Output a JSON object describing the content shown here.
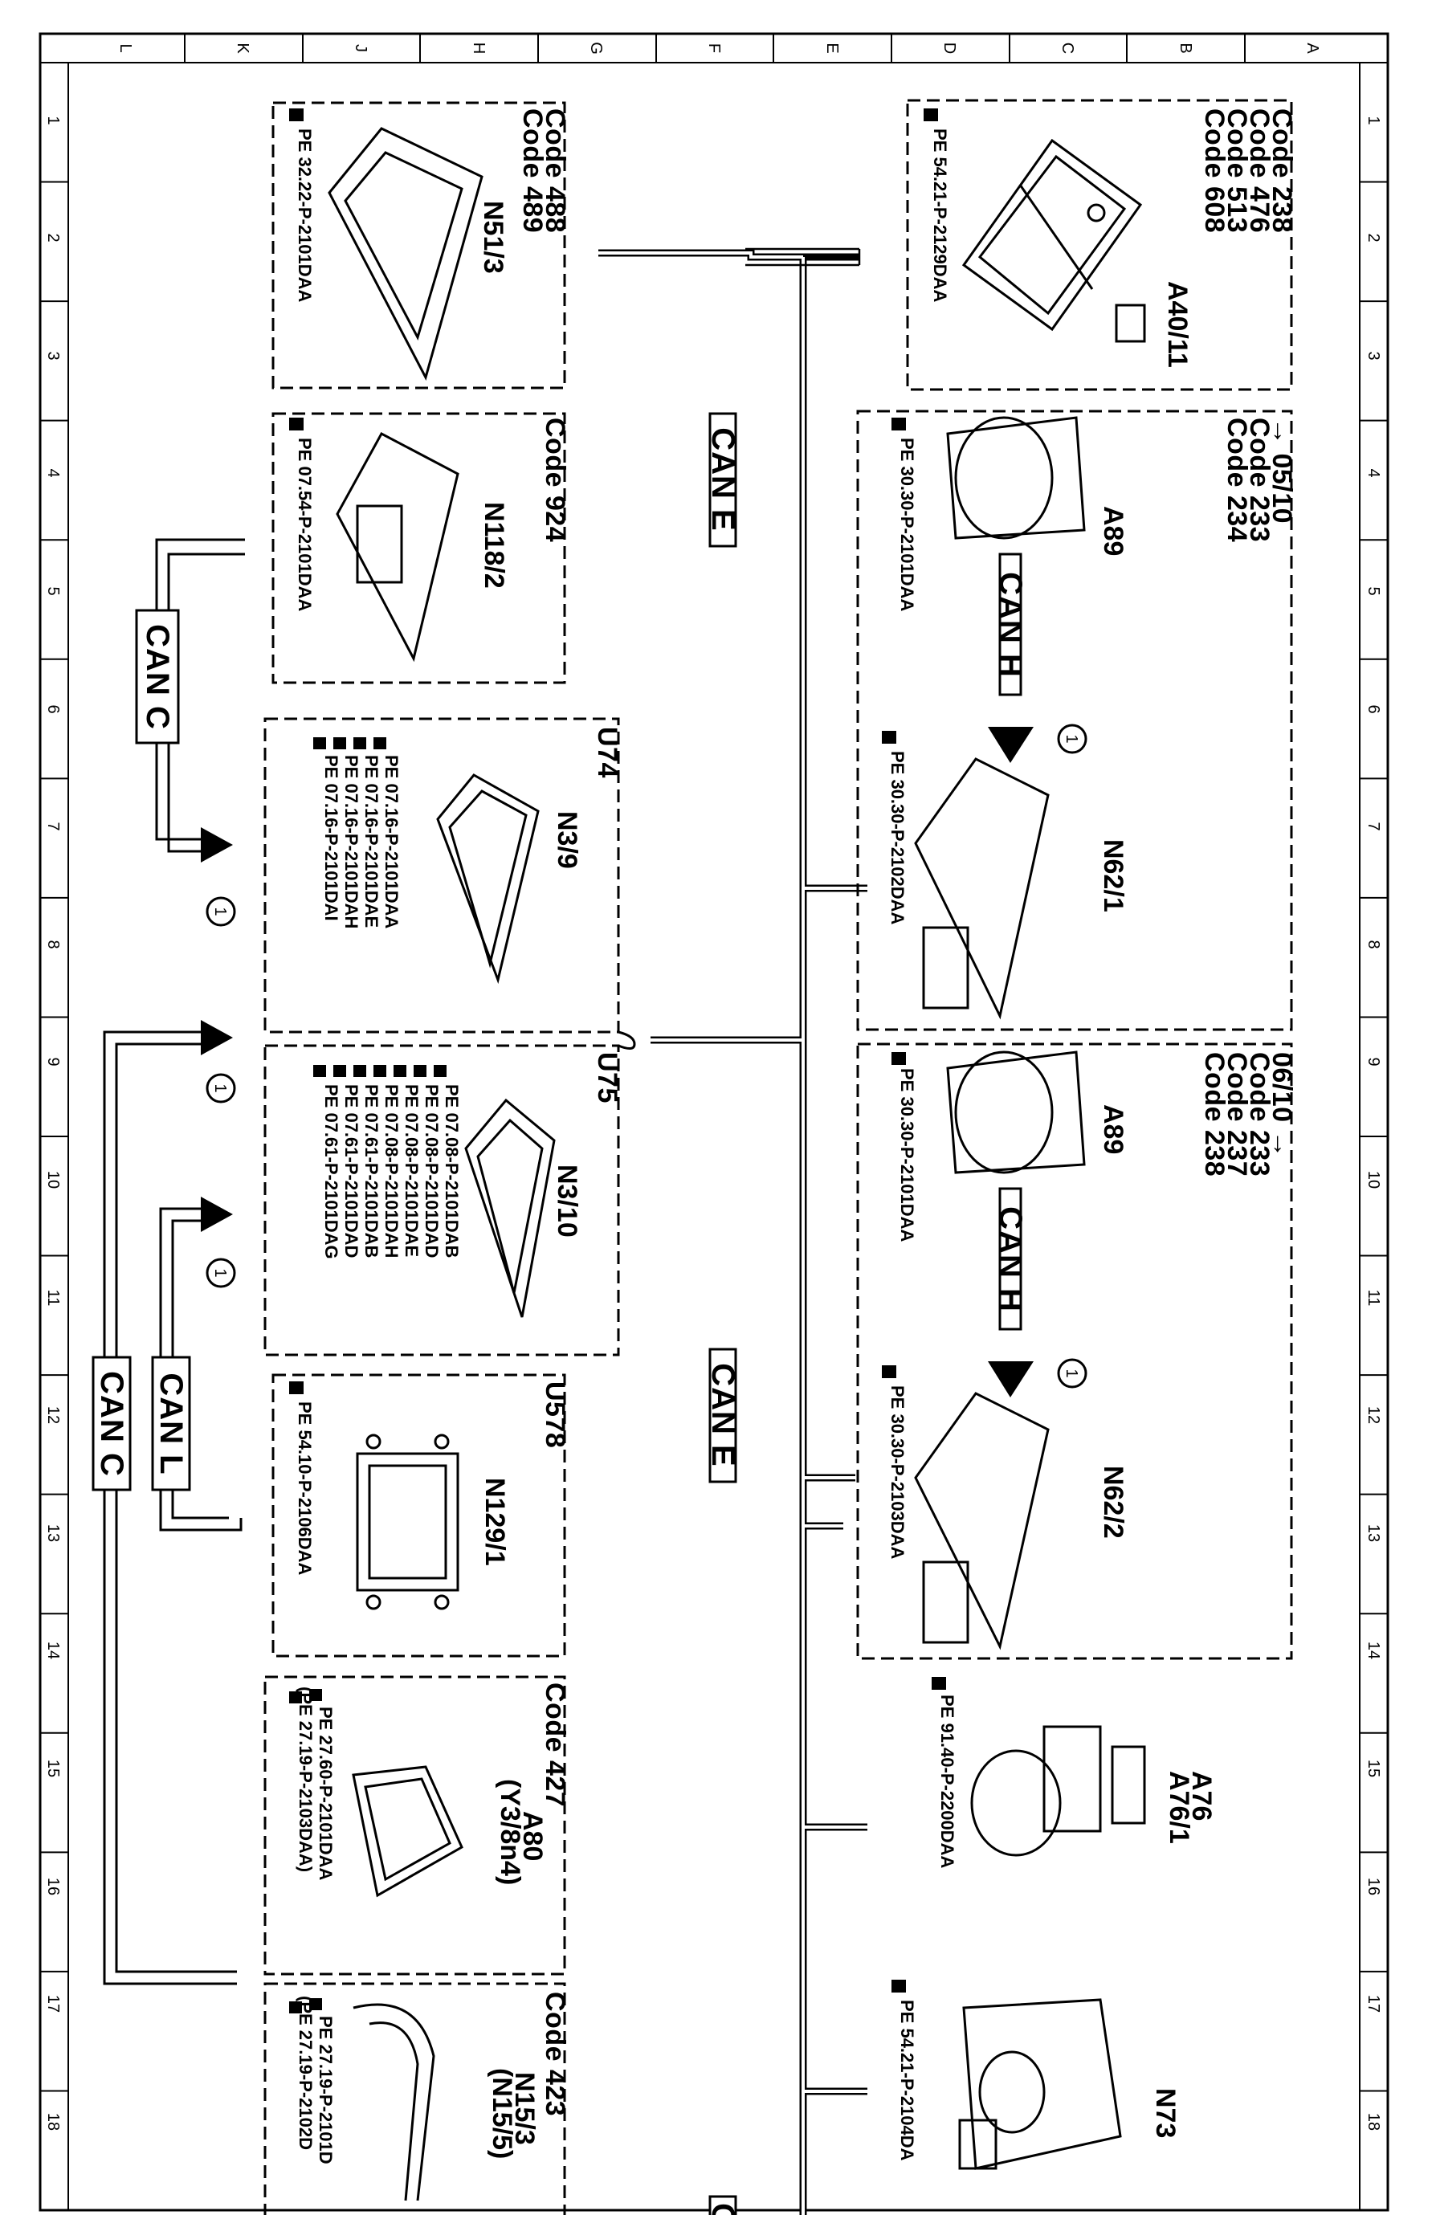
{
  "frame": {
    "columns": [
      "A",
      "B",
      "C",
      "D",
      "E",
      "F",
      "G",
      "H",
      "J",
      "K",
      "L"
    ],
    "rows": [
      "1",
      "2",
      "3",
      "4",
      "5",
      "6",
      "7",
      "8",
      "9",
      "10",
      "11",
      "12",
      "13",
      "14",
      "15",
      "16",
      "17",
      "18"
    ]
  },
  "buses": {
    "can_e": "CAN E",
    "can_h": "CAN H",
    "can_c": "CAN C",
    "can_l": "CAN L",
    "can_bottom_partial": "C"
  },
  "marker": "1",
  "boxes": {
    "a40_11": {
      "codes": [
        "Code 238",
        "Code 476",
        "Code 513",
        "Code 608"
      ],
      "component": "A40/11",
      "pe": [
        "PE 54.21-P-2129DAA"
      ]
    },
    "n51_3": {
      "codes": [
        "Code 488",
        "Code 489"
      ],
      "component": "N51/3",
      "pe": [
        "PE 32.22-P-2101DAA"
      ]
    },
    "n118_2": {
      "codes": [
        "Code 924"
      ],
      "component": "N118/2",
      "pe": [
        "PE 07.54-P-2101DAA"
      ]
    },
    "a89_early": {
      "codes": [
        "→ 05/10",
        "Code 233",
        "Code 234"
      ],
      "component_a": "A89",
      "pe_a": [
        "PE 30.30-P-2101DAA"
      ],
      "component_b": "N62/1",
      "pe_b": [
        "PE 30.30-P-2102DAA"
      ]
    },
    "a89_late": {
      "codes": [
        "06/10 →",
        "Code 233",
        "Code 237",
        "Code 238"
      ],
      "component_a": "A89",
      "pe_a": [
        "PE 30.30-P-2101DAA"
      ],
      "component_b": "N62/2",
      "pe_b": [
        "PE 30.30-P-2103DAA"
      ]
    },
    "n3_9": {
      "tag": "U74",
      "component": "N3/9",
      "pe": [
        "PE 07.16-P-2101DAA",
        "PE 07.16-P-2101DAE",
        "PE 07.16-P-2101DAH",
        "PE 07.16-P-2101DAI"
      ]
    },
    "n3_10": {
      "tag": "U75",
      "component": "N3/10",
      "pe": [
        "PE 07.08-P-2101DAB",
        "PE 07.08-P-2101DAD",
        "PE 07.08-P-2101DAE",
        "PE 07.08-P-2101DAH",
        "PE 07.61-P-2101DAB",
        "PE 07.61-P-2101DAD",
        "PE 07.61-P-2101DAG"
      ]
    },
    "n129_1": {
      "tag": "U578",
      "component": "N129/1",
      "pe": [
        "PE 54.10-P-2106DAA"
      ]
    },
    "a80": {
      "codes": [
        "Code 427"
      ],
      "component": "A80",
      "component_sub": "(Y3/8n4)",
      "pe": [
        "PE 27.60-P-2101DAA",
        "(PE 27.19-P-2103DAA)"
      ]
    },
    "n15_3": {
      "codes": [
        "Code 423"
      ],
      "component": "N15/3",
      "component_sub": "(N15/5)",
      "pe": [
        "PE 27.19-P-2101D",
        "(PE 27.19-P-2102D"
      ]
    }
  },
  "standalone": {
    "a76": {
      "components": [
        "A76",
        "A76/1"
      ],
      "pe": [
        "PE 91.40-P-2200DAA"
      ]
    },
    "n73": {
      "component": "N73",
      "pe": [
        "PE 54.21-P-2104DA"
      ]
    }
  }
}
